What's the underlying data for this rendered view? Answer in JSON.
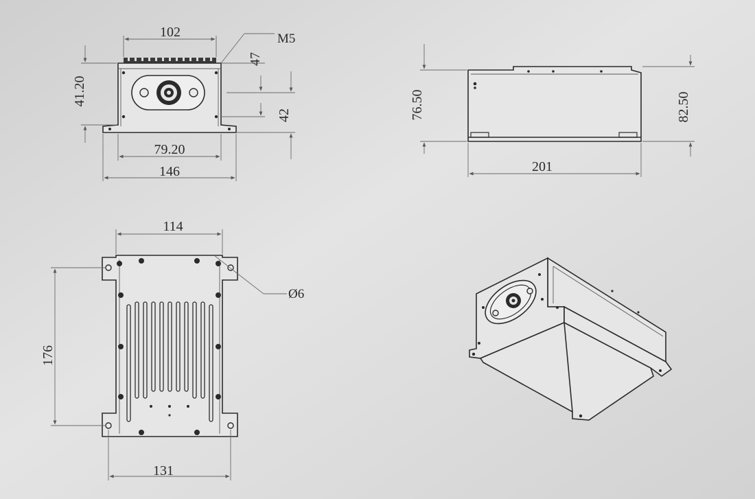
{
  "drawing": {
    "background": "#dcdcdc",
    "line_color": "#2b2b2b",
    "front_view": {
      "dim_top_width": "102",
      "dim_thread": "M5",
      "dim_left_height": "41.20",
      "dim_right_upper": "47",
      "dim_right_lower": "42",
      "dim_inner_width": "79.20",
      "dim_overall_width": "146"
    },
    "side_view": {
      "dim_left_height": "76.50",
      "dim_right_height": "82.50",
      "dim_length": "201"
    },
    "top_view": {
      "dim_top_width": "114",
      "dim_hole": "Ø6",
      "dim_length": "176",
      "dim_bottom_width": "131"
    },
    "iso_view": {}
  }
}
